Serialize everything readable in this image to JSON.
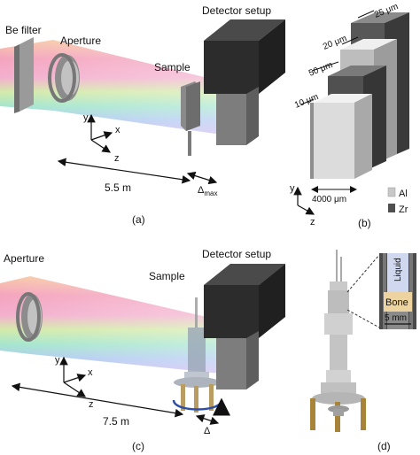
{
  "panel_a": {
    "label_be_filter": "Be filter",
    "label_aperture": "Aperture",
    "label_detector": "Detector setup",
    "label_sample": "Sample",
    "axis_y": "y",
    "axis_x": "x",
    "axis_z": "z",
    "distance": "5.5 m",
    "delta": "Δ",
    "delta_sub": "max",
    "caption": "(a)"
  },
  "panel_b": {
    "dim_25": "25 μm",
    "dim_20": "20 μm",
    "dim_50": "50 μm",
    "dim_10": "10 μm",
    "dim_4000": "4000 μm",
    "axis_y": "y",
    "axis_z": "z",
    "legend": [
      {
        "label": "Al",
        "color": "#c8c8c8"
      },
      {
        "label": "Zr",
        "color": "#505050"
      }
    ],
    "caption": "(b)"
  },
  "panel_c": {
    "label_aperture": "Aperture",
    "label_detector": "Detector setup",
    "label_sample": "Sample",
    "axis_y": "y",
    "axis_x": "x",
    "axis_z": "z",
    "distance": "7.5 m",
    "delta": "Δ",
    "caption": "(c)"
  },
  "panel_d": {
    "label_liquid": "Liquid",
    "label_bone": "Bone",
    "scale": "5 mm",
    "caption": "(d)"
  },
  "colors": {
    "detector_dark": "#333333",
    "detector_mid": "#555555",
    "gray_light": "#d8d8d8",
    "gold": "#a8843a"
  }
}
